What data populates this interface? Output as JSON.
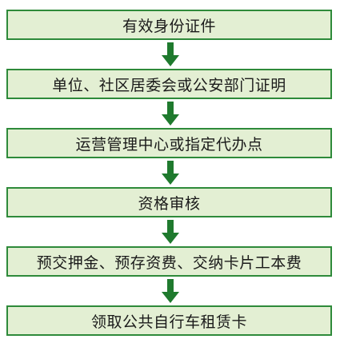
{
  "flowchart": {
    "steps": [
      {
        "label": "有效身份证件"
      },
      {
        "label": "单位、社区居委会或公安部门证明"
      },
      {
        "label": "运营管理中心或指定代办点"
      },
      {
        "label": "资格审核"
      },
      {
        "label": "预交押金、预存资费、交纳卡片工本费"
      },
      {
        "label": "领取公共自行车租赁卡"
      }
    ]
  },
  "colors": {
    "box_fill": "#e3efd3",
    "box_border": "#2e8a3a",
    "arrow": "#1f7a2e",
    "text": "#1a1a1a"
  }
}
